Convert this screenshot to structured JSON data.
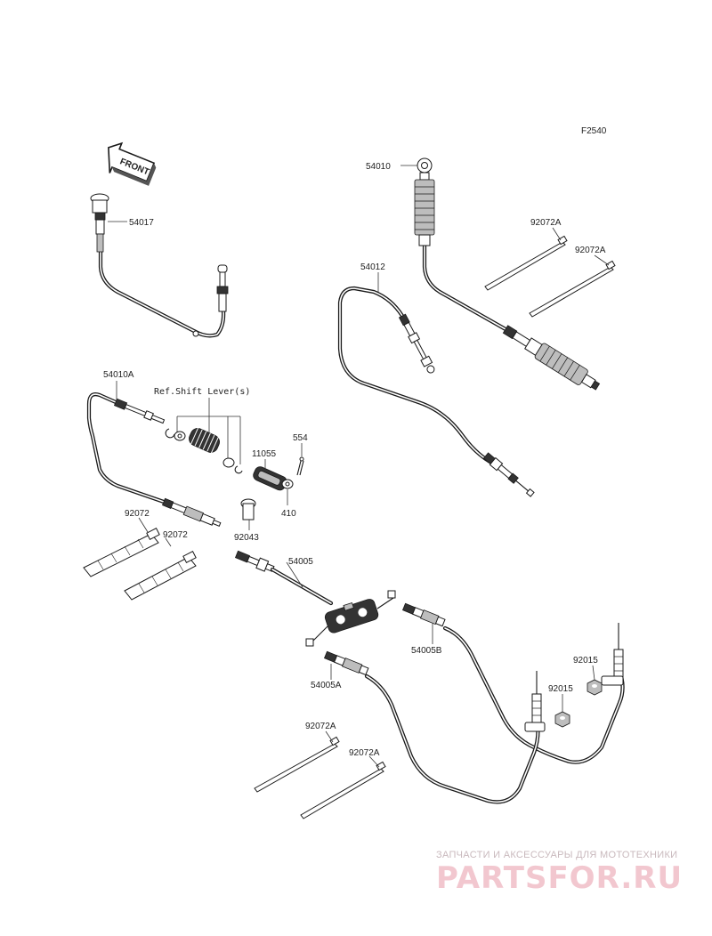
{
  "figure_code": "F2540",
  "front_label": "FRONT",
  "ref_note": "Ref.Shift Lever(s)",
  "labels": {
    "p54017": "54017",
    "p54010": "54010",
    "p54012": "54012",
    "p92072a_1": "92072A",
    "p92072a_2": "92072A",
    "p54010a": "54010A",
    "p554": "554",
    "p11055": "11055",
    "p410": "410",
    "p92043": "92043",
    "p92072_1": "92072",
    "p92072_2": "92072",
    "p54005": "54005",
    "p54005b": "54005B",
    "p54005a": "54005A",
    "p92015_1": "92015",
    "p92015_2": "92015",
    "p92072a_3": "92072A",
    "p92072a_4": "92072A"
  },
  "watermark": {
    "tagline": "ЗАПЧАСТИ И АКСЕССУАРЫ ДЛЯ МОТОТЕХНИКИ",
    "logo": "PARTSFOR.RU"
  }
}
